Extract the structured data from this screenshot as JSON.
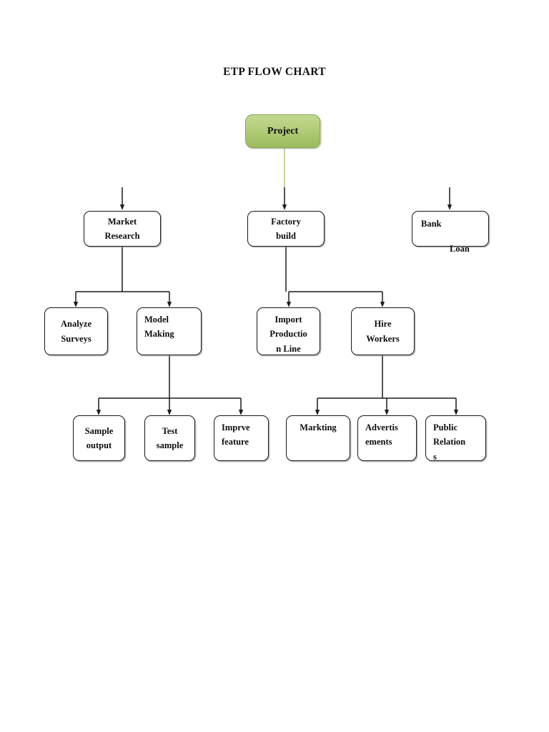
{
  "page": {
    "title": "ETP FLOW CHART",
    "background": "#ffffff"
  },
  "colors": {
    "root_fill_top": "#c2d891",
    "root_fill_bottom": "#9cbb5e",
    "root_border": "#8aa84f",
    "root_connector": "#b9cf87",
    "node_border": "#17171a",
    "node_fill": "#ffffff",
    "connector": "#1a1a1a",
    "text": "#0d0d0d"
  },
  "chart_data": {
    "type": "diagram",
    "title": "ETP FLOW CHART",
    "diagram_kind": "flowchart-tree",
    "orientation": "top-down",
    "levels": 4,
    "nodes": [
      {
        "id": "project",
        "label": "Project",
        "level": 0,
        "style": "green-gradient"
      },
      {
        "id": "market-research",
        "label": "Market\nResearch",
        "level": 1,
        "style": "outline"
      },
      {
        "id": "factory-build",
        "label": "Factory\nbuild",
        "level": 1,
        "style": "outline"
      },
      {
        "id": "bank",
        "label": "Bank",
        "level": 1,
        "style": "outline",
        "annotation": "Loan"
      },
      {
        "id": "analyze-surveys",
        "label": "Analyze\nSurveys",
        "level": 2,
        "style": "outline"
      },
      {
        "id": "model-making",
        "label": "Model\nMaking",
        "level": 2,
        "style": "outline"
      },
      {
        "id": "import-production-line",
        "label": "Import\nProductio\nn Line",
        "level": 2,
        "style": "outline"
      },
      {
        "id": "hire-workers",
        "label": "Hire\nWorkers",
        "level": 2,
        "style": "outline"
      },
      {
        "id": "sample-output",
        "label": "Sample\noutput",
        "level": 3,
        "style": "outline"
      },
      {
        "id": "test-sample",
        "label": "Test\nsample",
        "level": 3,
        "style": "outline"
      },
      {
        "id": "imprve-feature",
        "label": "Imprve\nfeature",
        "level": 3,
        "style": "outline"
      },
      {
        "id": "markting",
        "label": "Markting",
        "level": 3,
        "style": "outline"
      },
      {
        "id": "advertisements",
        "label": "Advertis\nements",
        "level": 3,
        "style": "outline"
      },
      {
        "id": "public-relations",
        "label": "Public\nRelation\ns",
        "level": 3,
        "style": "outline"
      }
    ],
    "edges": [
      {
        "from": "project",
        "to": "market-research"
      },
      {
        "from": "project",
        "to": "factory-build"
      },
      {
        "from": "project",
        "to": "bank"
      },
      {
        "from": "market-research",
        "to": "analyze-surveys"
      },
      {
        "from": "market-research",
        "to": "model-making"
      },
      {
        "from": "factory-build",
        "to": "import-production-line"
      },
      {
        "from": "factory-build",
        "to": "hire-workers"
      },
      {
        "from": "model-making",
        "to": "sample-output"
      },
      {
        "from": "model-making",
        "to": "test-sample"
      },
      {
        "from": "model-making",
        "to": "imprve-feature"
      },
      {
        "from": "hire-workers",
        "to": "markting"
      },
      {
        "from": "hire-workers",
        "to": "advertisements"
      },
      {
        "from": "hire-workers",
        "to": "public-relations"
      }
    ],
    "annotations": [
      {
        "id": "loan-label",
        "text": "Loan",
        "attached_to": "bank"
      }
    ]
  },
  "nodes": {
    "project": {
      "label": "Project"
    },
    "market_research": {
      "label": "Market\nResearch"
    },
    "factory_build": {
      "label": "Factory\nbuild"
    },
    "bank": {
      "label": "Bank"
    },
    "loan": {
      "label": "Loan"
    },
    "analyze_surveys": {
      "label": "Analyze\nSurveys"
    },
    "model_making": {
      "label": "Model\nMaking"
    },
    "import_production_line": {
      "label": "Import\nProductio\nn Line"
    },
    "hire_workers": {
      "label": "Hire\nWorkers"
    },
    "sample_output": {
      "label": "Sample\noutput"
    },
    "test_sample": {
      "label": "Test\nsample"
    },
    "imprve_feature": {
      "label": "Imprve\nfeature"
    },
    "markting": {
      "label": "Markting"
    },
    "advertisements": {
      "label": "Advertis\nements"
    },
    "public_relations": {
      "label": "Public\nRelation\ns"
    }
  }
}
